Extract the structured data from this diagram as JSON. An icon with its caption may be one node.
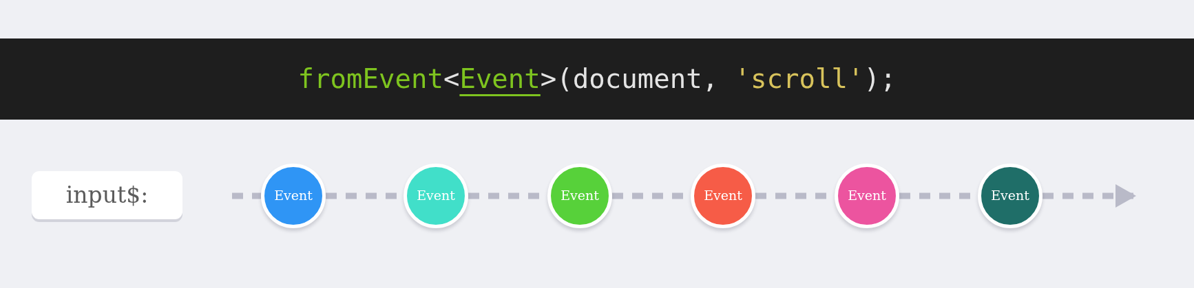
{
  "diagram": {
    "nodes": [
      {
        "text": [
          "fromEvent<Event>(document, 'scroll');"
        ]
      },
      {
        "text": [
          "input$:"
        ]
      },
      {
        "text": [
          "Event"
        ]
      },
      {
        "text": [
          "Event"
        ]
      },
      {
        "text": [
          "Event"
        ]
      },
      {
        "text": [
          "Event"
        ]
      },
      {
        "text": [
          "Event"
        ]
      },
      {
        "text": [
          "Event"
        ]
      }
    ],
    "edges": [
      {
        "from": null,
        "to": 2,
        "arrow": "none",
        "style": "dashed"
      },
      {
        "from": 2,
        "to": 3,
        "arrow": "none",
        "style": "dashed"
      },
      {
        "from": 3,
        "to": 4,
        "arrow": "none",
        "style": "dashed"
      },
      {
        "from": 4,
        "to": 5,
        "arrow": "none",
        "style": "dashed"
      },
      {
        "from": 5,
        "to": 6,
        "arrow": "none",
        "style": "dashed"
      },
      {
        "from": 6,
        "to": 7,
        "arrow": "none",
        "style": "dashed"
      },
      {
        "from": 7,
        "to": null,
        "arrow": "to",
        "style": "dashed"
      }
    ]
  }
}
